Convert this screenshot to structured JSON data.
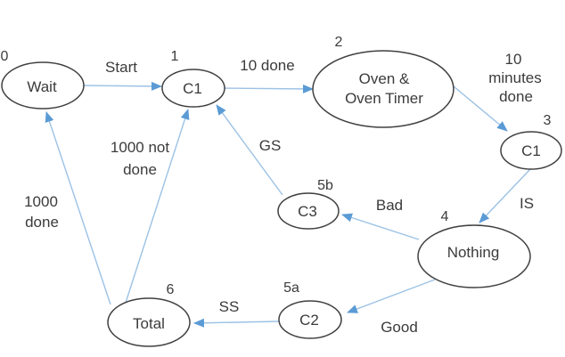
{
  "diagram": {
    "type": "state-machine",
    "colors": {
      "background": "#ffffff",
      "node_fill": "#ffffff",
      "node_stroke": "#404040",
      "text": "#3b3b3b",
      "arrow_line": "#9cc2e5",
      "arrow_head": "#5b9bd5"
    }
  },
  "states": [
    {
      "number": "0",
      "label": "Wait"
    },
    {
      "number": "1",
      "label": "C1"
    },
    {
      "number": "2",
      "label": "Oven & Oven Timer",
      "lines": [
        "Oven &",
        "Oven Timer"
      ]
    },
    {
      "number": "3",
      "label": "C1"
    },
    {
      "number": "4",
      "label": "Nothing"
    },
    {
      "number": "5b",
      "label": "C3"
    },
    {
      "number": "5a",
      "label": "C2"
    },
    {
      "number": "6",
      "label": "Total"
    }
  ],
  "transitions": [
    {
      "from": "Wait",
      "to": "C1",
      "label": "Start"
    },
    {
      "from": "C1",
      "to": "Oven & Oven Timer",
      "label": "10 done"
    },
    {
      "from": "Oven & Oven Timer",
      "to": "C1 (3)",
      "label": "10 minutes done",
      "lines": [
        "10",
        "minutes",
        "done"
      ]
    },
    {
      "from": "C1 (3)",
      "to": "Nothing",
      "label": "IS"
    },
    {
      "from": "Nothing",
      "to": "C3",
      "label": "Bad"
    },
    {
      "from": "C3",
      "to": "C1",
      "label": "GS"
    },
    {
      "from": "Nothing",
      "to": "C2",
      "label": "Good"
    },
    {
      "from": "C2",
      "to": "Total",
      "label": "SS"
    },
    {
      "from": "Total",
      "to": "C1",
      "label": "1000 not done",
      "lines": [
        "1000 not",
        "done"
      ]
    },
    {
      "from": "Total",
      "to": "Wait",
      "label": "1000 done",
      "lines": [
        "1000",
        "done"
      ]
    }
  ]
}
